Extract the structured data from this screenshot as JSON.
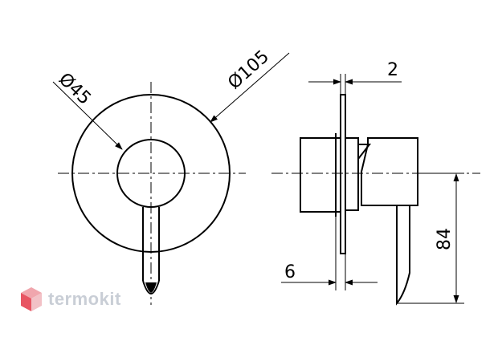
{
  "dimensions": {
    "inner_diameter": "Ø45",
    "outer_diameter": "Ø105",
    "plate_thickness": "2",
    "wall_depth": "6",
    "height": "84"
  },
  "watermark": {
    "text": "termokit",
    "color": "#c9ced6"
  }
}
